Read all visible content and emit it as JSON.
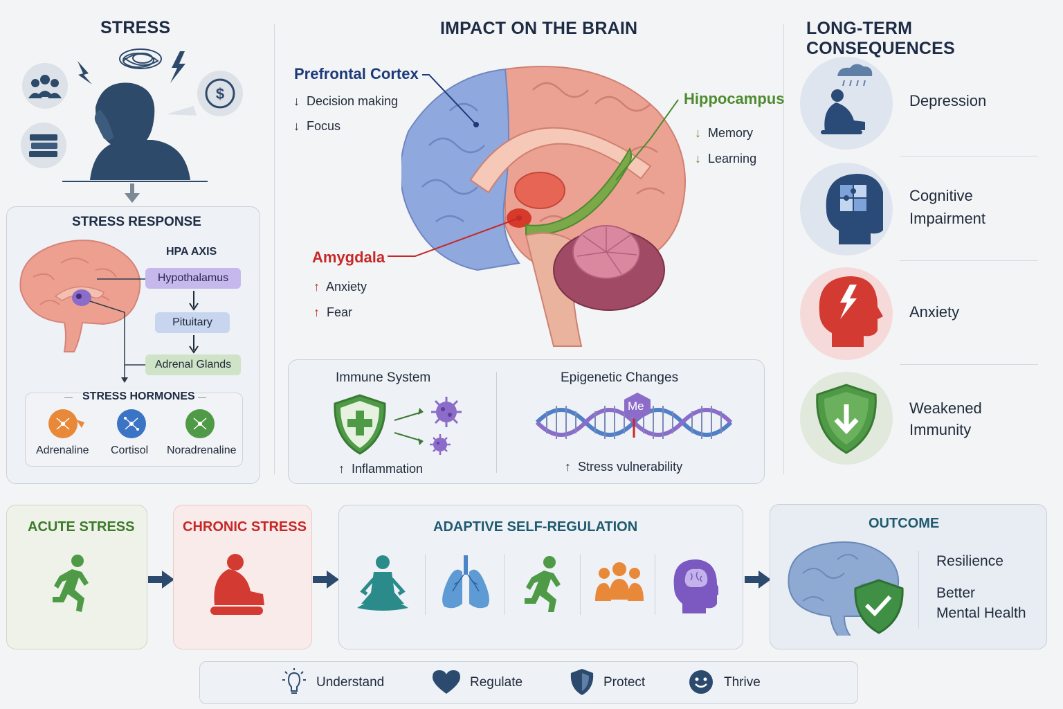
{
  "stress": {
    "title": "STRESS"
  },
  "stress_response": {
    "title": "STRESS RESPONSE",
    "hpa_axis": "HPA AXIS",
    "hypothalamus": "Hypothalamus",
    "pituitary": "Pituitary",
    "adrenal": "Adrenal Glands",
    "hormones_title": "STRESS HORMONES",
    "hormones": [
      "Adrenaline",
      "Cortisol",
      "Noradrenaline"
    ]
  },
  "brain": {
    "title": "IMPACT ON THE BRAIN",
    "prefrontal": {
      "name": "Prefrontal Cortex",
      "effects": [
        "Decision making",
        "Focus"
      ]
    },
    "hippocampus": {
      "name": "Hippocampus",
      "effects": [
        "Memory",
        "Learning"
      ]
    },
    "amygdala": {
      "name": "Amygdala",
      "effects": [
        "Anxiety",
        "Fear"
      ]
    },
    "immune": {
      "title": "Immune System",
      "effect": "Inflammation"
    },
    "epigenetic": {
      "title": "Epigenetic Changes",
      "badge": "Me",
      "effect": "Stress vulnerability"
    }
  },
  "consequences": {
    "title": "LONG-TERM CONSEQUENCES",
    "items": [
      {
        "line1": "Depression",
        "line2": ""
      },
      {
        "line1": "Cognitive",
        "line2": "Impairment"
      },
      {
        "line1": "Anxiety",
        "line2": ""
      },
      {
        "line1": "Weakened",
        "line2": "Immunity"
      }
    ]
  },
  "flow": {
    "acute": "ACUTE STRESS",
    "chronic": "CHRONIC STRESS",
    "adaptive": "ADAPTIVE SELF-REGULATION",
    "outcome": {
      "title": "OUTCOME",
      "item1": "Resilience",
      "item2_line1": "Better",
      "item2_line2": "Mental Health"
    }
  },
  "legend": [
    "Understand",
    "Regulate",
    "Protect",
    "Thrive"
  ],
  "colors": {
    "blue_region": "#8fa8de",
    "brain_pink": "#eaa89a",
    "amygdala_red": "#c62828",
    "hippocampus_green": "#4e8a2f",
    "navy": "#2c4a6e"
  }
}
